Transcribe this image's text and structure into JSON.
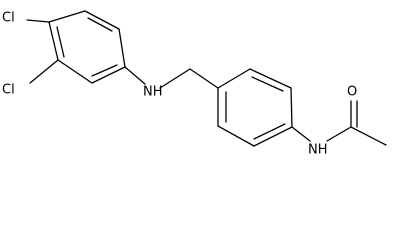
{
  "molecule": {
    "atoms": {
      "cl_top": "Cl",
      "cl_left": "Cl",
      "nh_amine": "NH",
      "nh_amide": "NH",
      "o": "O"
    }
  }
}
